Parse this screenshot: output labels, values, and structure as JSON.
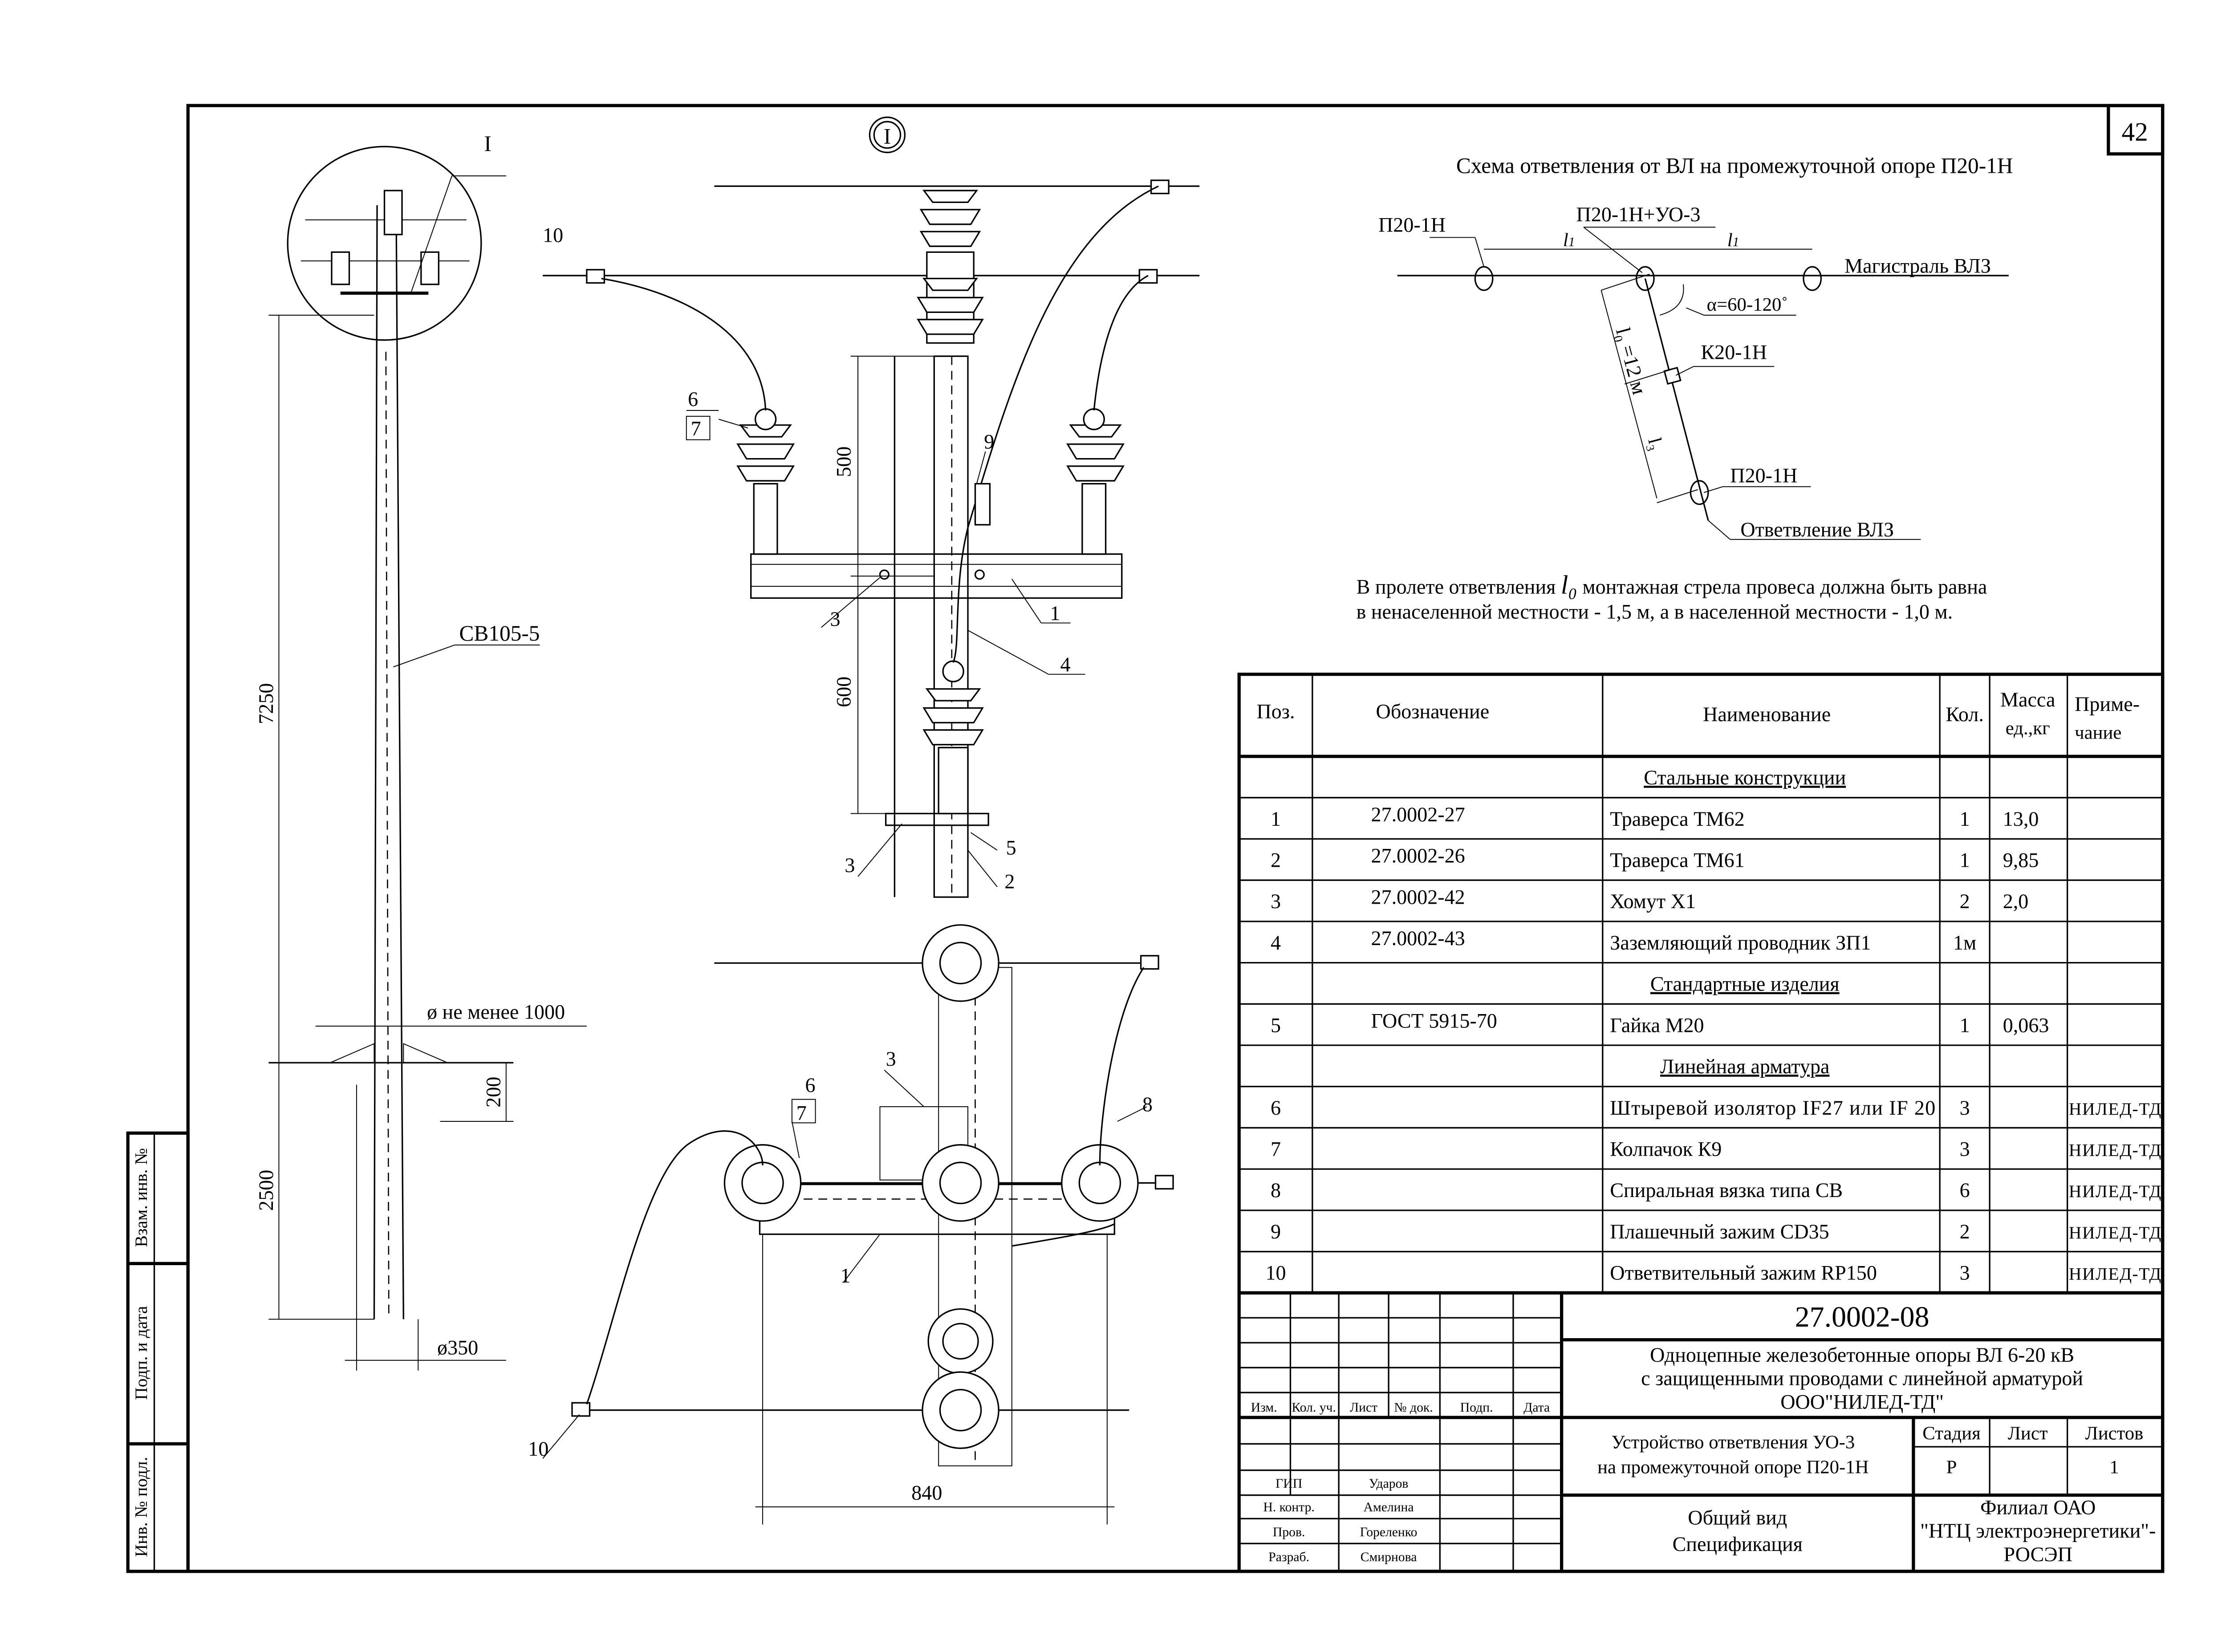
{
  "sheet_number": "42",
  "pole_view": {
    "callout": "I",
    "pole_mark": "СВ105-5",
    "dim_height": "7250",
    "dim_depth": "2500",
    "dim_foundation": "ø не менее 1000",
    "dim_200": "200",
    "dim_diameter": "ø350"
  },
  "detail_view": {
    "callout": "I",
    "dim_500": "500",
    "dim_600": "600",
    "labels": [
      "10",
      "6",
      "7",
      "9",
      "3",
      "1",
      "4",
      "3",
      "5",
      "2"
    ]
  },
  "plan_view": {
    "dim_840": "840",
    "labels": [
      "3",
      "6",
      "7",
      "8",
      "1",
      "10"
    ]
  },
  "scheme": {
    "title": "Схема ответвления от ВЛ на промежуточной опоре П20-1Н",
    "p20_left": "П20-1Н",
    "p20_uo": "П20-1Н+УО-3",
    "l1": "l",
    "l1_sub": "1",
    "magistral": "Магистраль ВЛЗ",
    "alpha": "α=60-120˚",
    "l0": "l₀ =12 м",
    "k20": "К20-1Н",
    "l3": "l₃",
    "p20_branch": "П20-1Н",
    "branch": "Ответвление ВЛЗ"
  },
  "note": {
    "line1_a": "В пролете ответвления",
    "line1_sym": "l₀",
    "line1_b": "монтажная стрела провеса должна быть равна",
    "line2": "в ненаселенной местности - 1,5 м, а в населенной местности - 1,0 м."
  },
  "spec": {
    "headers": {
      "pos": "Поз.",
      "designation": "Обозначение",
      "name": "Наименование",
      "qty": "Кол.",
      "mass_1": "Масса",
      "mass_2": "ед.,кг",
      "note_1": "Приме-",
      "note_2": "чание"
    },
    "rows": [
      {
        "section": "Стальные конструкции"
      },
      {
        "pos": "1",
        "designation": "27.0002-27",
        "name": "Траверса ТМ62",
        "qty": "1",
        "mass": "13,0",
        "note": ""
      },
      {
        "pos": "2",
        "designation": "27.0002-26",
        "name": "Траверса ТМ61",
        "qty": "1",
        "mass": "9,85",
        "note": ""
      },
      {
        "pos": "3",
        "designation": "27.0002-42",
        "name": "Хомут Х1",
        "qty": "2",
        "mass": "2,0",
        "note": ""
      },
      {
        "pos": "4",
        "designation": "27.0002-43",
        "name": "Заземляющий проводник ЗП1",
        "qty": "1м",
        "mass": "",
        "note": ""
      },
      {
        "section": "Стандартные изделия"
      },
      {
        "pos": "5",
        "designation": "ГОСТ 5915-70",
        "name": "Гайка М20",
        "qty": "1",
        "mass": "0,063",
        "note": ""
      },
      {
        "section": "Линейная арматура"
      },
      {
        "pos": "6",
        "designation": "",
        "name": "Штыревой изолятор IF27 или IF 20",
        "qty": "3",
        "mass": "",
        "note": "НИЛЕД-ТД"
      },
      {
        "pos": "7",
        "designation": "",
        "name": "Колпачок К9",
        "qty": "3",
        "mass": "",
        "note": "НИЛЕД-ТД"
      },
      {
        "pos": "8",
        "designation": "",
        "name": "Спиральная вязка типа СВ",
        "qty": "6",
        "mass": "",
        "note": "НИЛЕД-ТД"
      },
      {
        "pos": "9",
        "designation": "",
        "name": "Плашечный зажим CD35",
        "qty": "2",
        "mass": "",
        "note": "НИЛЕД-ТД"
      },
      {
        "pos": "10",
        "designation": "",
        "name": "Ответвительный зажим RP150",
        "qty": "3",
        "mass": "",
        "note": "НИЛЕД-ТД"
      }
    ]
  },
  "title_block": {
    "doc_number": "27.0002-08",
    "project_1": "Одноцепные железобетонные опоры ВЛ 6-20 кВ",
    "project_2": "с защищенными проводами с линейной арматурой",
    "project_3": "ООО\"НИЛЕД-ТД\"",
    "col_headers": [
      "Изм.",
      "Кол. уч.",
      "Лист",
      "№ док.",
      "Подп.",
      "Дата"
    ],
    "sheet_title_1": "Устройство ответвления УО-3",
    "sheet_title_2": "на промежуточной опоре П20-1Н",
    "stage_label": "Стадия",
    "sheet_label": "Лист",
    "sheets_label": "Листов",
    "stage": "Р",
    "sheet": "",
    "sheets": "1",
    "signatures": [
      {
        "role": "ГИП",
        "name": "Ударов"
      },
      {
        "role": "Н. контр.",
        "name": "Амелина"
      },
      {
        "role": "Пров.",
        "name": "Гореленко"
      },
      {
        "role": "Разраб.",
        "name": "Смирнова"
      }
    ],
    "view_1": "Общий вид",
    "view_2": "Спецификация",
    "org_1": "Филиал ОАО",
    "org_2": "\"НТЦ электроэнергетики\"-",
    "org_3": "РОСЭП"
  },
  "side_stamps": {
    "replace_inv": "Взам. инв. №",
    "sign_date": "Подп. и дата",
    "orig_inv": "Инв. № подл."
  }
}
